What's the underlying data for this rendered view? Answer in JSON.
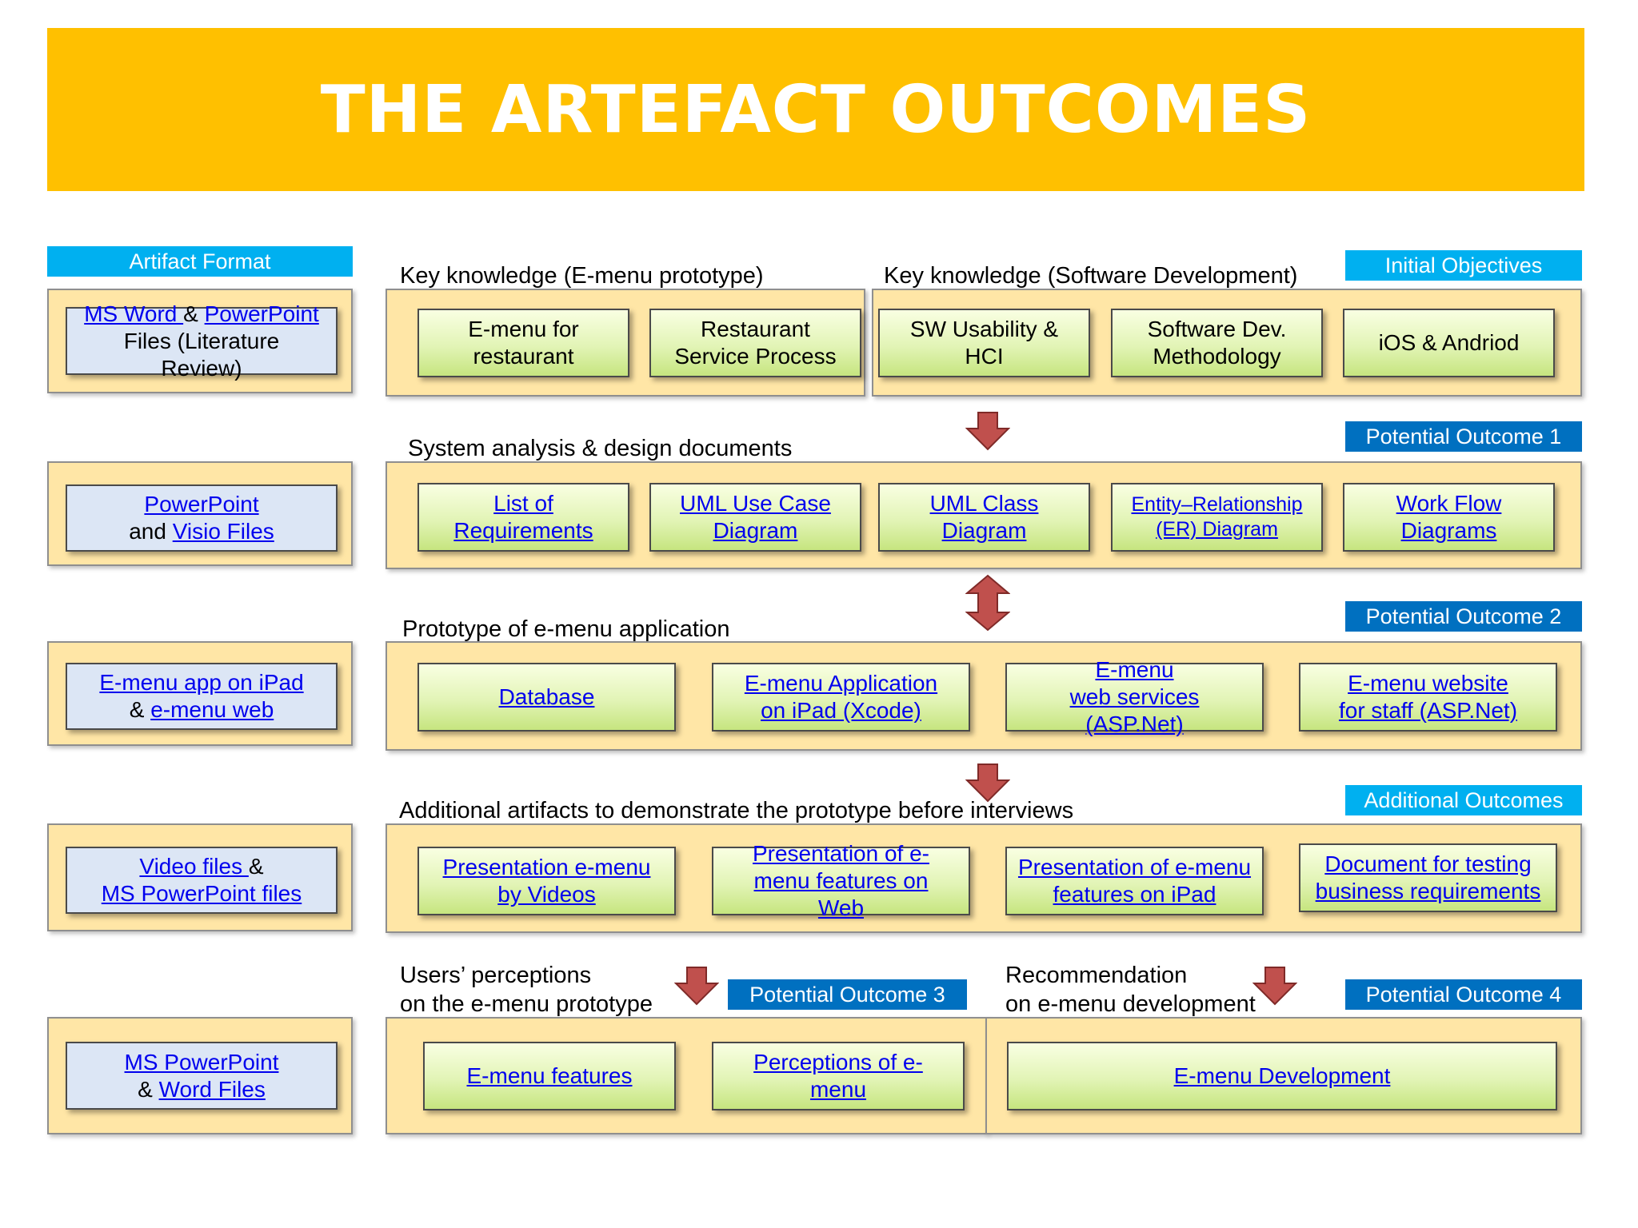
{
  "title": "THE ARTEFACT OUTCOMES",
  "tags": {
    "artifact_format": "Artifact Format",
    "initial_objectives": "Initial Objectives",
    "potential_outcome_1": "Potential Outcome 1",
    "potential_outcome_2": "Potential Outcome 2",
    "additional_outcomes": "Additional Outcomes",
    "potential_outcome_3": "Potential Outcome 3",
    "potential_outcome_4": "Potential Outcome 4"
  },
  "section_headings": {
    "key_knowledge_emenu": "Key knowledge (E-menu prototype)",
    "key_knowledge_sw": "Key knowledge (Software Development)",
    "system_analysis": "System analysis & design documents",
    "prototype": "Prototype of e-menu application",
    "additional_artifacts": "Additional artifacts to demonstrate the prototype before interviews",
    "users_perceptions_l1": "Users’ perceptions",
    "users_perceptions_l2": "on the e-menu prototype",
    "recommendation_l1": "Recommendation",
    "recommendation_l2": "on e-menu development"
  },
  "formats": {
    "row1": {
      "a": "MS Word ",
      "b": "& ",
      "c": "PowerPoint",
      "d": "Files (Literature",
      "e": "Review)"
    },
    "row2": {
      "a": "PowerPoint",
      "b": "and ",
      "c": "Visio Files"
    },
    "row3": {
      "a": "E-menu app on iPad",
      "b": "& ",
      "c": "e-menu web"
    },
    "row4": {
      "a": "Video files ",
      "b": "&",
      "c": "MS PowerPoint files"
    },
    "row5": {
      "a": "MS PowerPoint",
      "b": "& ",
      "c": "Word Files"
    }
  },
  "row1_items": [
    {
      "l1": "E-menu for",
      "l2": "restaurant"
    },
    {
      "l1": "Restaurant",
      "l2": "Service Process"
    },
    {
      "l1": "SW Usability &",
      "l2": "HCI"
    },
    {
      "l1": "Software Dev.",
      "l2": "Methodology"
    },
    {
      "l1": "iOS & Andriod",
      "l2": ""
    }
  ],
  "row2_items": [
    {
      "l1": "List of",
      "l2": "Requirements"
    },
    {
      "l1": "UML Use Case",
      "l2": "Diagram"
    },
    {
      "l1": "UML Class",
      "l2": "Diagram"
    },
    {
      "l1": "Entity–Relationship",
      "l2": "(ER) Diagram"
    },
    {
      "l1": "Work Flow",
      "l2": "Diagrams"
    }
  ],
  "row3_items": [
    {
      "l1": "Database",
      "l2": "",
      "l3": ""
    },
    {
      "l1": "E-menu Application",
      "l2": "on iPad (Xcode)",
      "l3": ""
    },
    {
      "l1": "E-menu",
      "l2": "web services",
      "l3": "(ASP.Net)"
    },
    {
      "l1": "E-menu website",
      "l2": "for staff (ASP.Net)",
      "l3": ""
    }
  ],
  "row4_items": [
    {
      "l1": "Presentation e-menu",
      "l2": "by Videos",
      "l3": ""
    },
    {
      "l1": "Presentation of e-",
      "l2": "menu features on",
      "l3": "Web"
    },
    {
      "l1": "Presentation of e-menu",
      "l2": "features on iPad",
      "l3": ""
    },
    {
      "l1": "Document for testing",
      "l2": "business requirements",
      "l3": ""
    }
  ],
  "row5_items": [
    {
      "l1": "E-menu features",
      "l2": ""
    },
    {
      "l1": "Perceptions of e-",
      "l2": "menu"
    },
    {
      "l1": "E-menu Development",
      "l2": ""
    }
  ],
  "colors": {
    "banner": "#FFC000",
    "tag_light": "#00B0F0",
    "tag_dark": "#0070C0",
    "panel": "#FFE6A6",
    "link": "#0000EE",
    "arrow": "#C0504D"
  }
}
